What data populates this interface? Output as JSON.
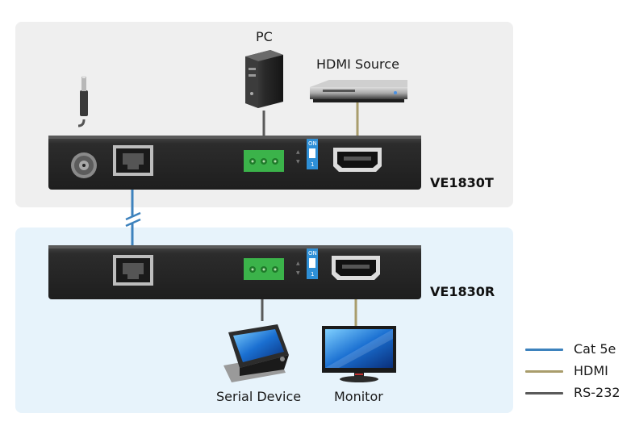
{
  "labels": {
    "pc": "PC",
    "hdmi_source": "HDMI Source",
    "serial_device": "Serial Device",
    "monitor": "Monitor",
    "transmitter_model": "VE1830T",
    "receiver_model": "VE1830R",
    "dip_on": "ON",
    "dip_one": "1"
  },
  "legend": [
    {
      "label": "Cat 5e",
      "color": "#3d82bd"
    },
    {
      "label": "HDMI",
      "color": "#a99d6c"
    },
    {
      "label": "RS-232",
      "color": "#5a5a5a"
    }
  ],
  "colors": {
    "cat5e": "#3d82bd",
    "hdmi": "#a99d6c",
    "rs232": "#5a5a5a",
    "terminal_green": "#3bb34a",
    "dip_blue": "#2e8fd6",
    "unit_body": "#2b2b2b"
  }
}
